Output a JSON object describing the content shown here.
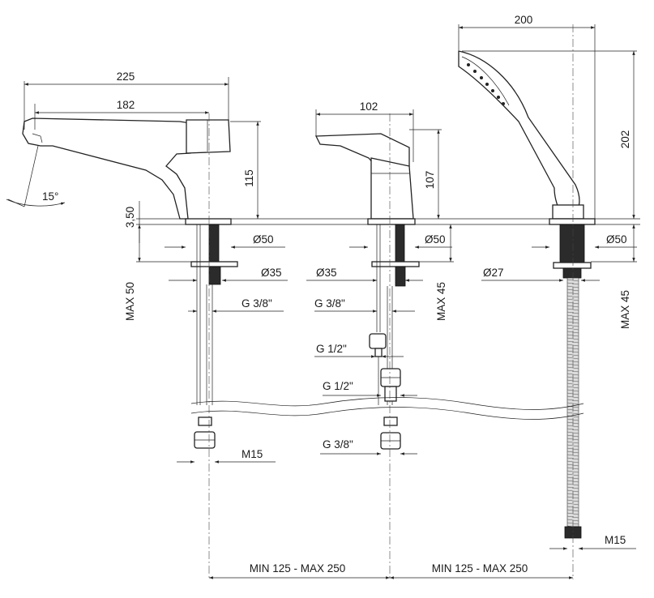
{
  "drawing": {
    "spout_tap": {
      "width": "225",
      "reach": "182",
      "height": "115",
      "angle": "15°",
      "base_height": "3,50",
      "base_diameter": "Ø50",
      "hole_diameter": "Ø35",
      "thread": "G 3/8\"",
      "max_deck": "MAX 50",
      "nut": "M15"
    },
    "mixer": {
      "width": "102",
      "height": "107",
      "base_diameter": "Ø50",
      "hole_diameter": "Ø35",
      "thread_top": "G 3/8\"",
      "max_deck": "MAX 45",
      "thread_mid": "G 1/2\"",
      "thread_low": "G 1/2\"",
      "thread_bottom": "G 3/8\""
    },
    "hand_shower": {
      "width": "200",
      "height": "202",
      "base_diameter": "Ø50",
      "hole_diameter": "Ø27",
      "max_deck": "MAX 45",
      "nut": "M15"
    },
    "spacing": {
      "left": "MIN 125 - MAX 250",
      "right": "MIN 125 - MAX 250"
    }
  }
}
